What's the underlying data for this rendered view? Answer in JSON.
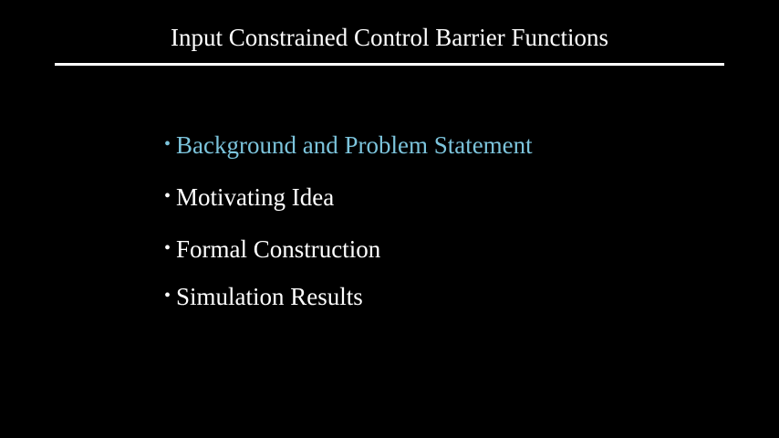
{
  "slide": {
    "title": "Input Constrained Control Barrier Functions",
    "bullet_glyph": "•",
    "highlight_color": "#7cc4dc",
    "text_color": "#ffffff",
    "items": [
      {
        "label": "Background and Problem Statement",
        "active": true
      },
      {
        "label": "Motivating Idea",
        "active": false
      },
      {
        "label": "Formal Construction",
        "active": false
      },
      {
        "label": "Simulation Results",
        "active": false
      }
    ]
  }
}
